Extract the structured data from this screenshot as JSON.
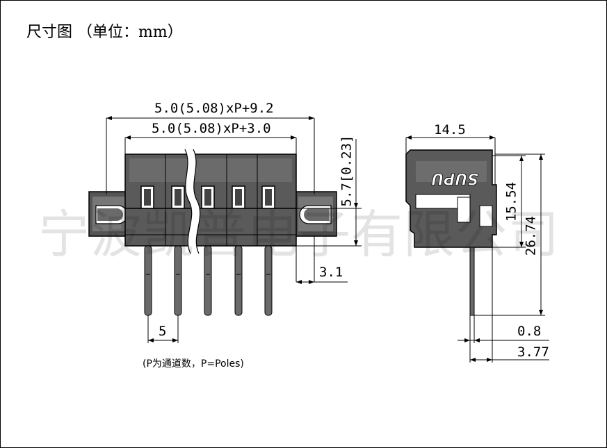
{
  "title": "尺寸图  （单位：mm）",
  "watermark": "宁波凯普电子有限公司",
  "note": "(P为通道数，P=Poles)",
  "front_view": {
    "dim_overall": "5.0(5.08)xP+9.2",
    "dim_body": "5.0(5.08)xP+3.0",
    "dim_height": "5.7[0.23]",
    "dim_flange": "3.1",
    "dim_pitch": "5"
  },
  "side_view": {
    "dim_width": "14.5",
    "dim_height_body": "15.54",
    "dim_height_total": "26.74",
    "dim_pin": "0.8",
    "dim_offset": "3.77",
    "brand_mark": "SUPU"
  },
  "colors": {
    "line": "#000000",
    "body_fill": "#5a5a5a",
    "pin_fill": "#6a6a6a",
    "watermark": "#d9d9d9"
  }
}
